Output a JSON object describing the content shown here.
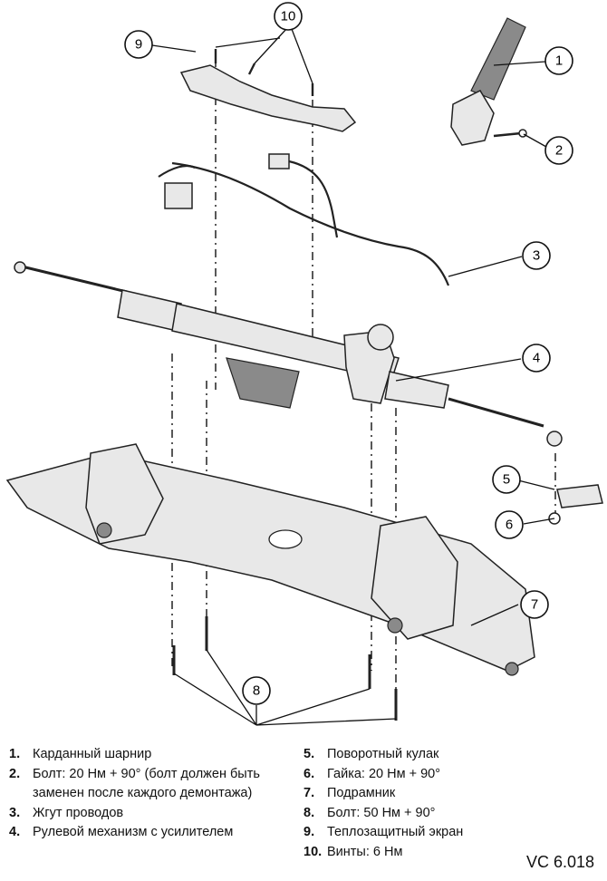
{
  "callouts": [
    "1",
    "2",
    "3",
    "4",
    "5",
    "6",
    "7",
    "8",
    "9",
    "10"
  ],
  "legend_left": [
    {
      "num": "1.",
      "text": "Карданный шарнир"
    },
    {
      "num": "2.",
      "text": "Болт: 20 Нм + 90° (болт должен быть заменен после каждого демонтажа)"
    },
    {
      "num": "3.",
      "text": "Жгут проводов"
    },
    {
      "num": "4.",
      "text": "Рулевой механизм с усилителем"
    }
  ],
  "legend_right": [
    {
      "num": "5.",
      "text": "Поворотный кулак"
    },
    {
      "num": "6.",
      "text": "Гайка: 20 Нм + 90°"
    },
    {
      "num": "7.",
      "text": "Подрамник"
    },
    {
      "num": "8.",
      "text": "Болт: 50 Нм + 90°"
    },
    {
      "num": "9.",
      "text": "Теплозащитный экран"
    },
    {
      "num": "10.",
      "text": "Винты: 6 Нм"
    }
  ],
  "code": "VC 6.018"
}
